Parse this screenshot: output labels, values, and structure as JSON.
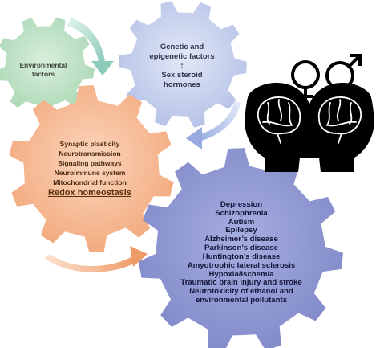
{
  "colors": {
    "green_gear": "#b5ddbe",
    "blue_gear": "#c2cdeb",
    "orange_gear": "#f5b48c",
    "purple_gear": "#8b93d0",
    "teal_arrow": "#9fd4c6",
    "blue_arrow": "#a9b9e6",
    "orange_arrow": "#f2a878",
    "head_fill": "#000000",
    "brain_stroke": "#ffffff"
  },
  "icons": [
    "female-symbol-icon",
    "male-symbol-icon",
    "head-brain-icon"
  ],
  "environmental_gear": {
    "lines": [
      "Environmental",
      "factors"
    ]
  },
  "genetic_gear": {
    "lines": [
      "Genetic and",
      "epigenetic factors"
    ],
    "arrow_glyph": "↕",
    "sub_lines": [
      "Sex steroid",
      "hormones"
    ]
  },
  "mechanisms_gear": {
    "items": [
      "Synaptic plasticity",
      "Neurotransmission",
      "Signaling pathways",
      "Neuroimmune system",
      "Mitochondrial function"
    ],
    "emphasis": "Redox homeostasis"
  },
  "disorders_gear": {
    "items": [
      "Depression",
      "Schizophrenia",
      "Autism",
      "Epilepsy",
      "Alzheimer’s disease",
      "Parkinson’s disease",
      "Huntington’s disease",
      "Amyotrophic lateral sclerosis",
      "Hypoxia/ischemia",
      "Traumatic brain injury and stroke",
      "Neurotoxicity of ethanol and",
      "environmental pollutants"
    ]
  }
}
